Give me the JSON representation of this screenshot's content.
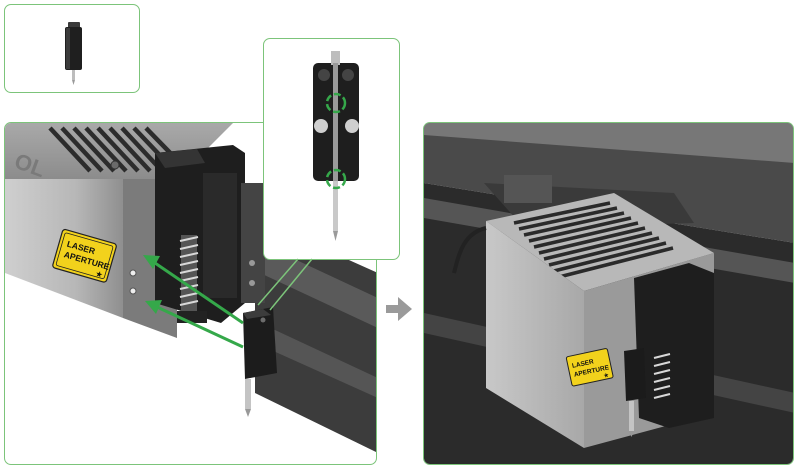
{
  "label": {
    "line1": "LASER",
    "line2": "APERTURE",
    "symbol": "★"
  },
  "brand_mark": "OL",
  "colors": {
    "accent_green": "#35a84a",
    "panel_border": "#7cc47a",
    "label_yellow": "#f2d21c",
    "arrow_gray": "#9a9a9a"
  },
  "icons": [
    "probe-part-icon",
    "insert-arrow-icon",
    "next-step-arrow-icon",
    "highlight-circle-icon"
  ]
}
